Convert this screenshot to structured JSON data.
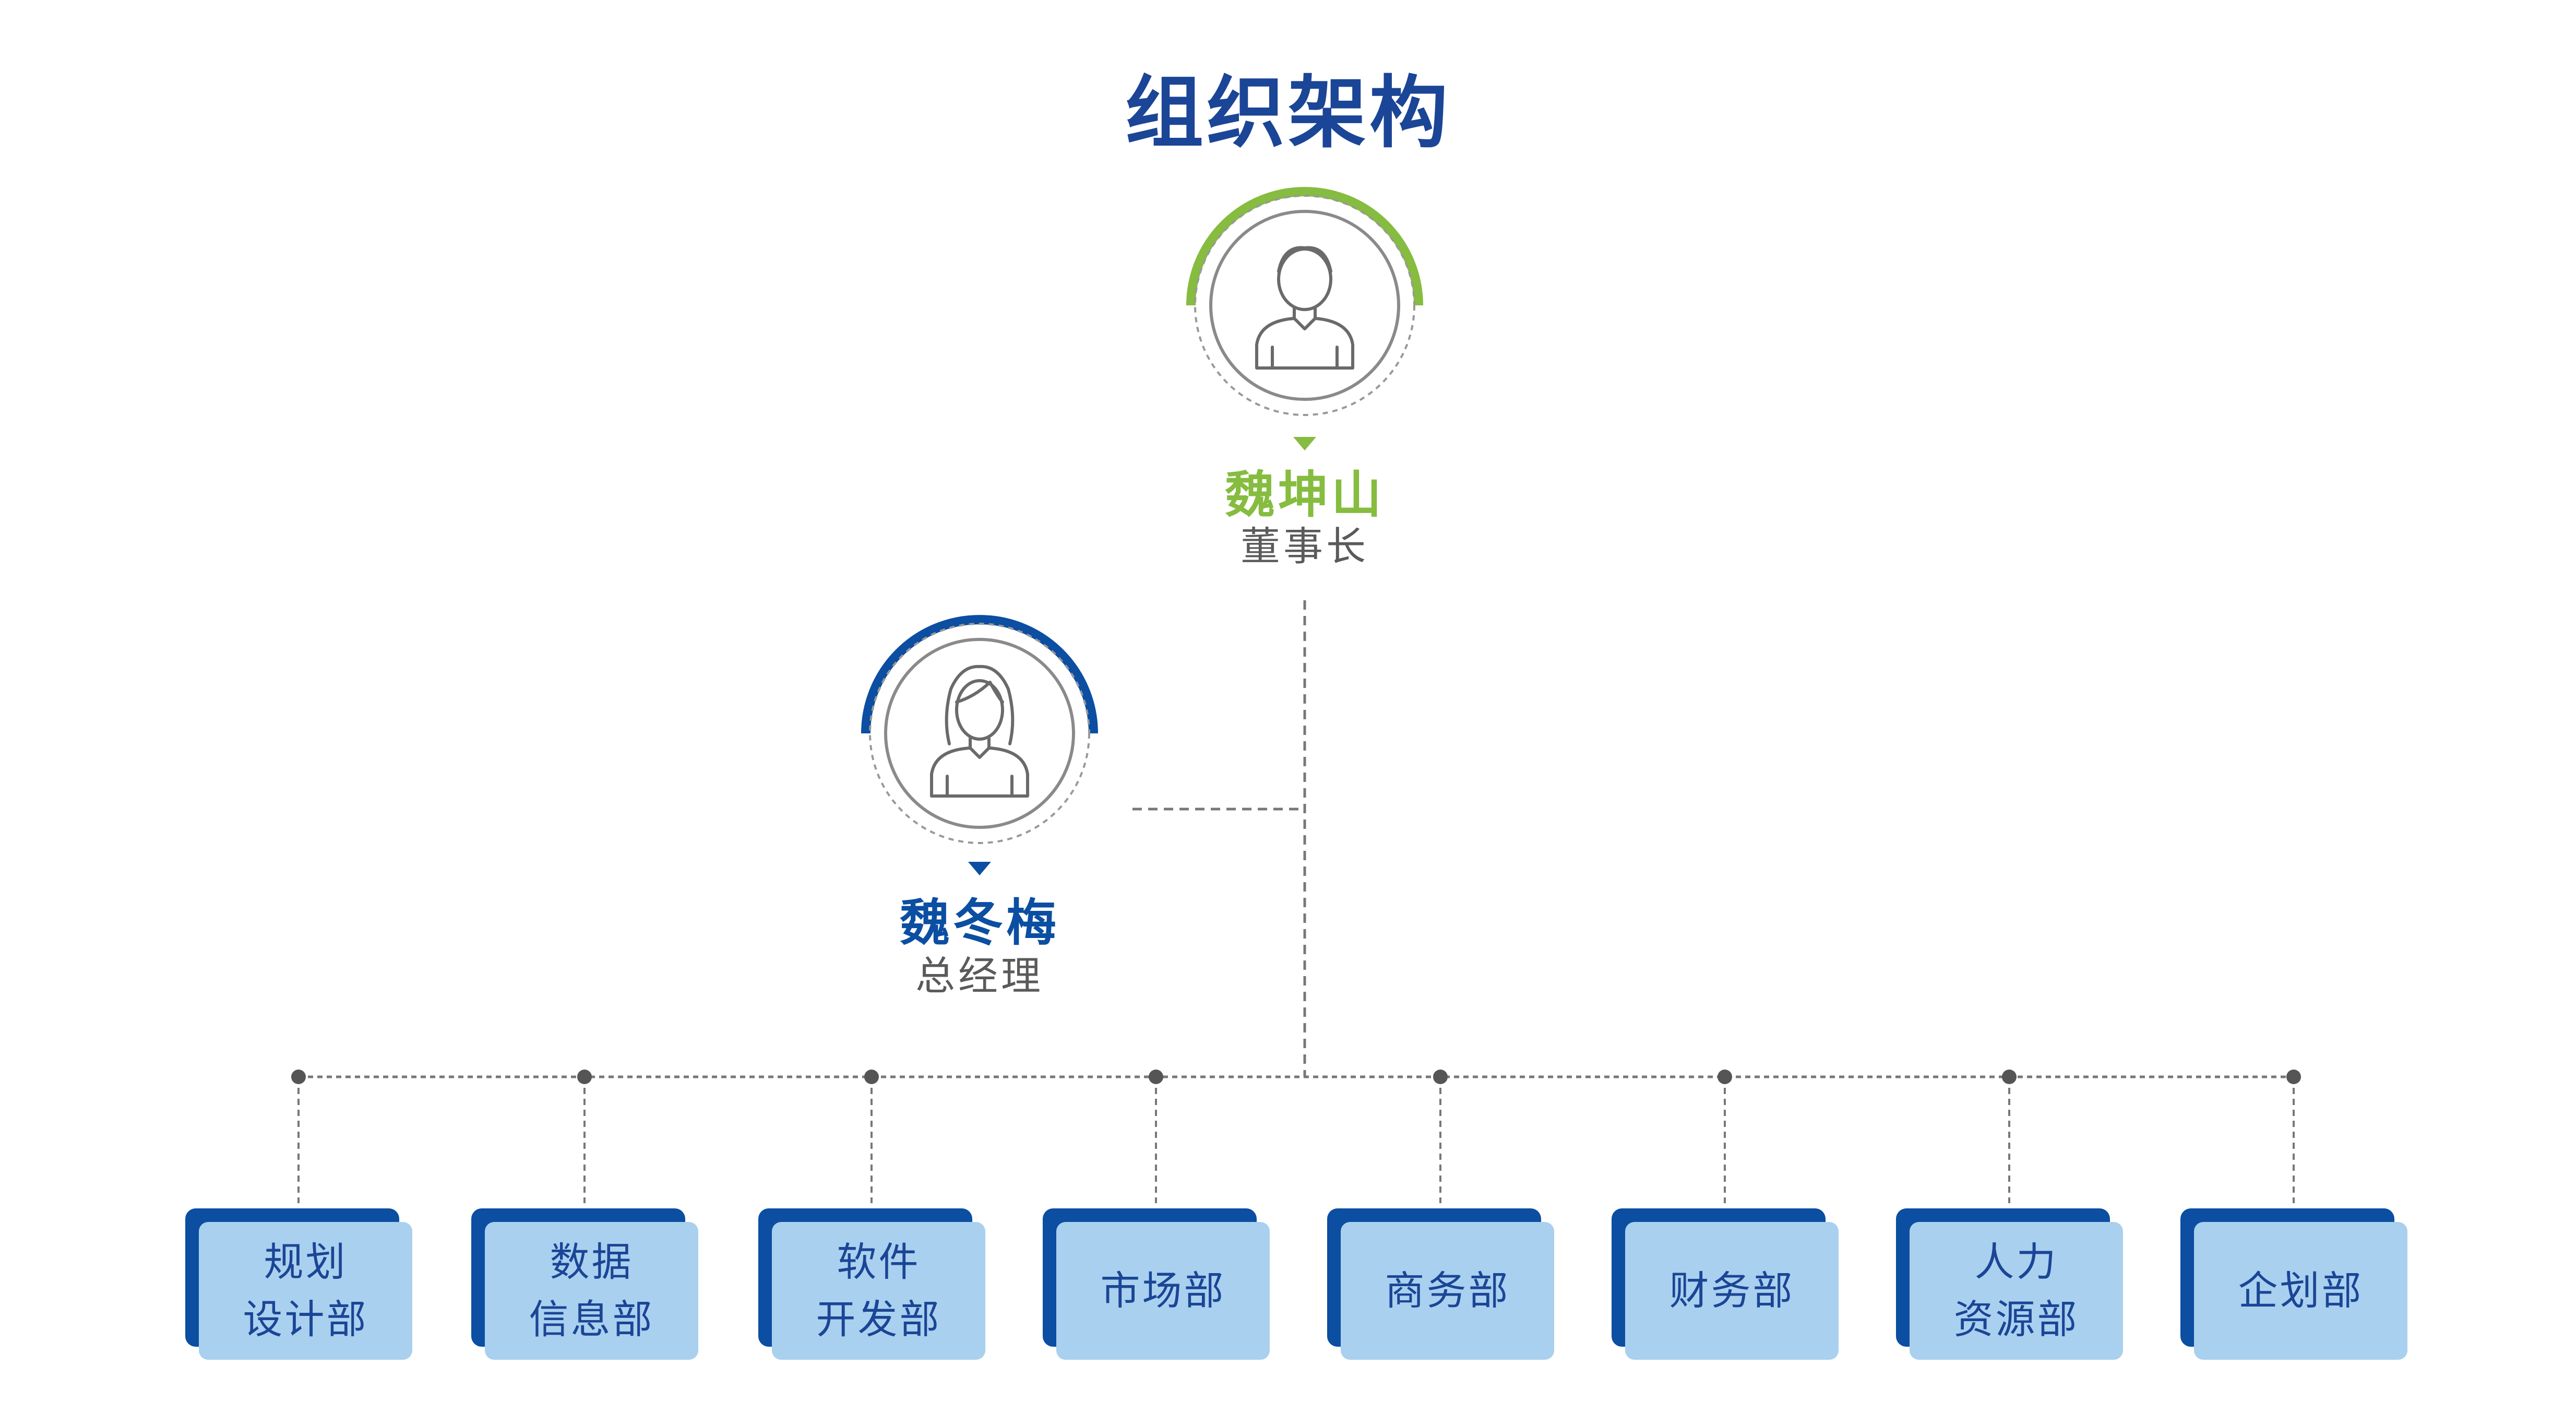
{
  "title": "组织架构",
  "colors": {
    "title": "#1b4596",
    "chairman_accent": "#86bc3f",
    "gm_accent": "#0b4ea2",
    "dept_back": "#0b4ea2",
    "dept_front": "#a9d0ee",
    "connector": "#777777"
  },
  "chairman": {
    "name": "魏坤山",
    "role": "董事长",
    "icon": "male-person-icon"
  },
  "general_manager": {
    "name": "魏冬梅",
    "role": "总经理",
    "icon": "female-person-icon"
  },
  "departments": [
    {
      "label": "规划\n设计部"
    },
    {
      "label": "数据\n信息部"
    },
    {
      "label": "软件\n开发部"
    },
    {
      "label": "市场部"
    },
    {
      "label": "商务部"
    },
    {
      "label": "财务部"
    },
    {
      "label": "人力\n资源部"
    },
    {
      "label": "企划部"
    }
  ]
}
